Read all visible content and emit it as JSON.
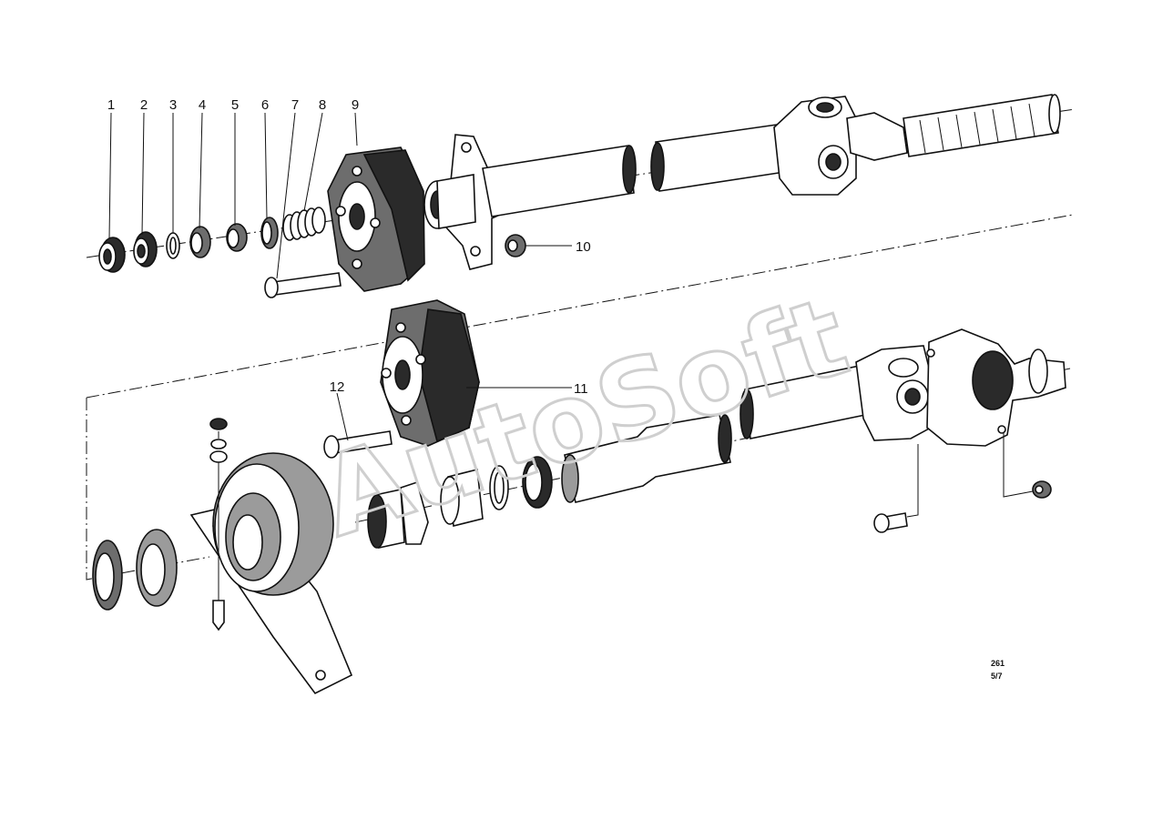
{
  "callouts": [
    "1",
    "2",
    "3",
    "4",
    "5",
    "6",
    "7",
    "8",
    "9",
    "10",
    "11",
    "12"
  ],
  "diagram_ref": {
    "line1": "261",
    "line2": "5/7"
  },
  "watermark": "AutoSoft"
}
